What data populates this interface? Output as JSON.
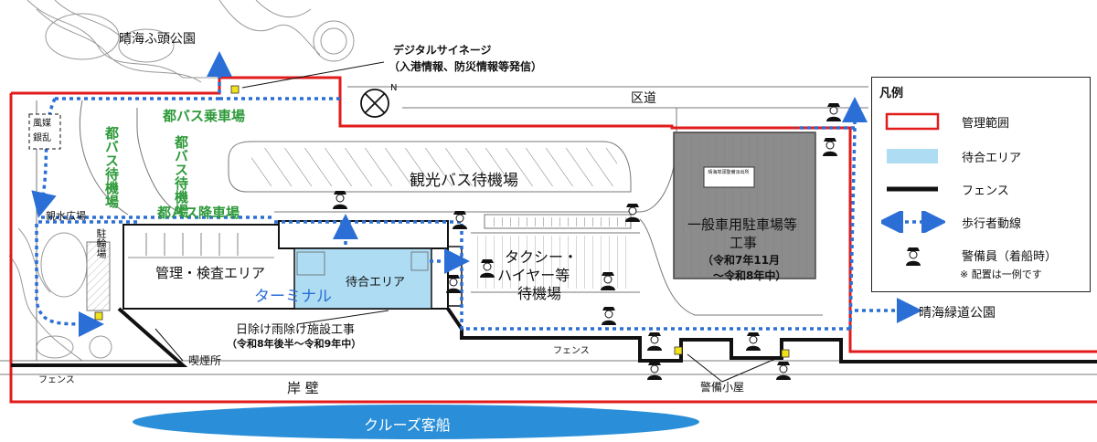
{
  "labels": {
    "park_top": "晴海ふ頭公園",
    "signage_line1": "デジタルサイネージ",
    "signage_line2": "（入港情報、防災情報等発信）",
    "road": "区道",
    "north": "N",
    "metro_bus_boarding": "都バス乗車場",
    "metro_bus_alighting": "都バス降車場",
    "metro_bus_waiting_1": "都バス待機場",
    "metro_bus_waiting_2": "都バス待機場",
    "wind_chime": "風媒銀乱",
    "shinsui_plaza": "親水広場",
    "bike_parking": "駐輪場",
    "tour_bus": "観光バス待機場",
    "small_building": "晴海埠頭警備派出所",
    "general_parking_1": "一般車用駐車場等",
    "general_parking_2": "工事",
    "general_parking_3": "（令和7年11月",
    "general_parking_4": "〜令和8年中）",
    "taxi_1": "タクシー・",
    "taxi_2": "ハイヤー等",
    "taxi_3": "待機場",
    "admin": "管理・検査エリア",
    "terminal": "ターミナル",
    "waiting_area": "待合エリア",
    "shade_1": "日除け雨除け施設工事",
    "shade_2": "（令和8年後半〜令和9年中）",
    "smoking": "喫煙所",
    "fence_left": "フェンス",
    "fence_mid": "フェンス",
    "quay": "岸 壁",
    "guard_hut": "警備小屋",
    "green_park": "晴海緑道公園",
    "cruise_ship": "クルーズ客船"
  },
  "legend": {
    "title": "凡例",
    "items": [
      {
        "label": "管理範囲",
        "icon": "red-outline-rect"
      },
      {
        "label": "待合エリア",
        "icon": "light-blue-fill-rect"
      },
      {
        "label": "フェンス",
        "icon": "black-thick-line"
      },
      {
        "label": "歩行者動線",
        "icon": "blue-dotted-arrow"
      },
      {
        "label": "警備員（着船時）",
        "icon": "security-guard-icon"
      }
    ],
    "note": "※ 配置は一例です"
  },
  "colors": {
    "management_boundary": "#e21b1b",
    "waiting_area": "#aedcf3",
    "walkway": "#2b6fd6",
    "fence": "#111111",
    "bus_label_green": "#2e9a3a",
    "cruise_ship": "#2a8fd8",
    "parking_gray": "#8c8c8c",
    "terminal_text_blue": "#2b6fd6"
  }
}
